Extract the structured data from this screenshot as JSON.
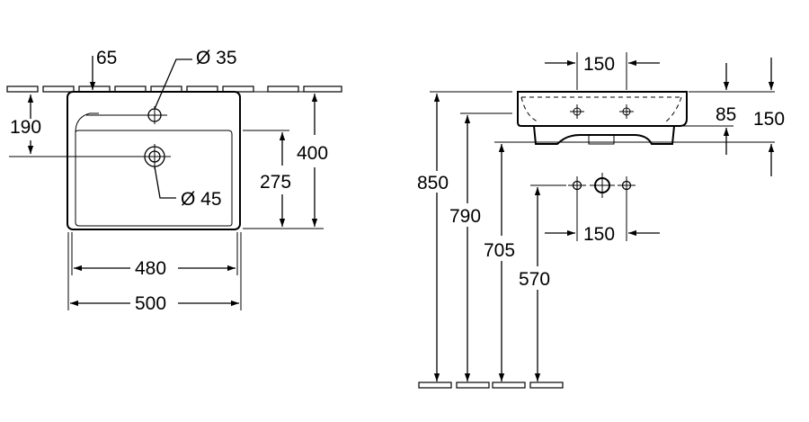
{
  "top_view": {
    "dim_65": "65",
    "dim_dia35": "Ø 35",
    "dim_190": "190",
    "dim_400": "400",
    "dim_275": "275",
    "dim_dia45": "Ø 45",
    "dim_480": "480",
    "dim_500": "500"
  },
  "side_view": {
    "dim_150_top": "150",
    "dim_85": "85",
    "dim_150_right": "150",
    "dim_850": "850",
    "dim_790": "790",
    "dim_705": "705",
    "dim_570": "570",
    "dim_150_holes": "150"
  }
}
